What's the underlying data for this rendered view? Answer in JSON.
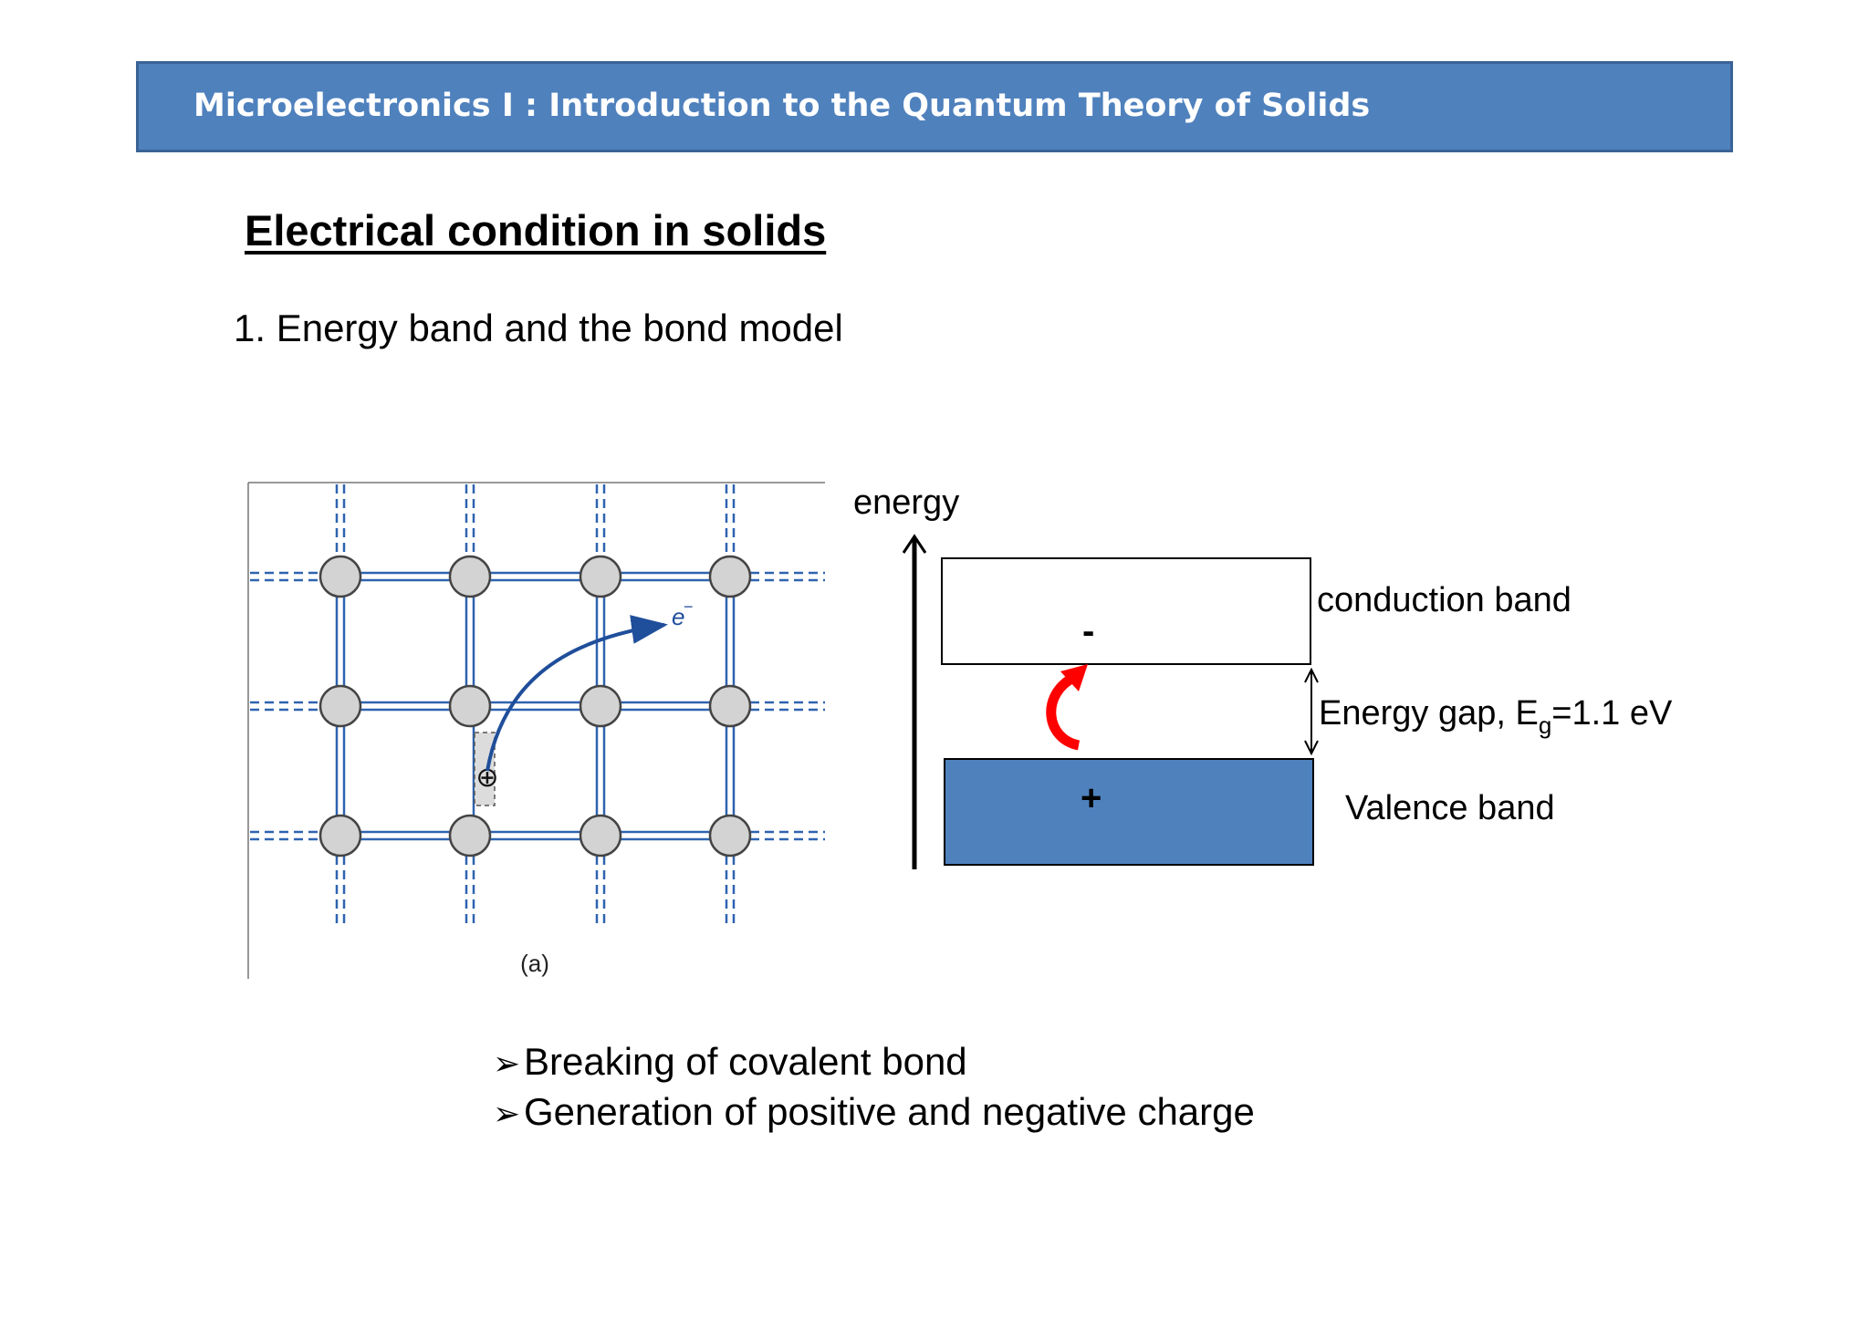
{
  "header": {
    "title": "Microelectronics I : Introduction to the Quantum Theory of Solids",
    "background": "#4f81bd"
  },
  "slide": {
    "title": "Electrical condition in solids",
    "subtitle": "1. Energy band and  the bond model"
  },
  "lattice_figure": {
    "electron_label": "e",
    "electron_superscript": "−",
    "caption": "(a)",
    "hole_symbol": "⊕"
  },
  "band_diagram": {
    "energy_axis_label": "energy",
    "conduction_band_label": "conduction band",
    "conduction_charge": "-",
    "gap_label_prefix": "Energy gap, E",
    "gap_label_subscript": "g",
    "gap_label_suffix": "=1.1 eV",
    "valence_band_label": "Valence band",
    "valence_charge": "+",
    "valence_color": "#4f81bd",
    "arrow_color": "#ff0000"
  },
  "bullets": {
    "marker": "➢",
    "items": [
      "Breaking of covalent bond",
      "Generation of positive and negative charge"
    ]
  }
}
